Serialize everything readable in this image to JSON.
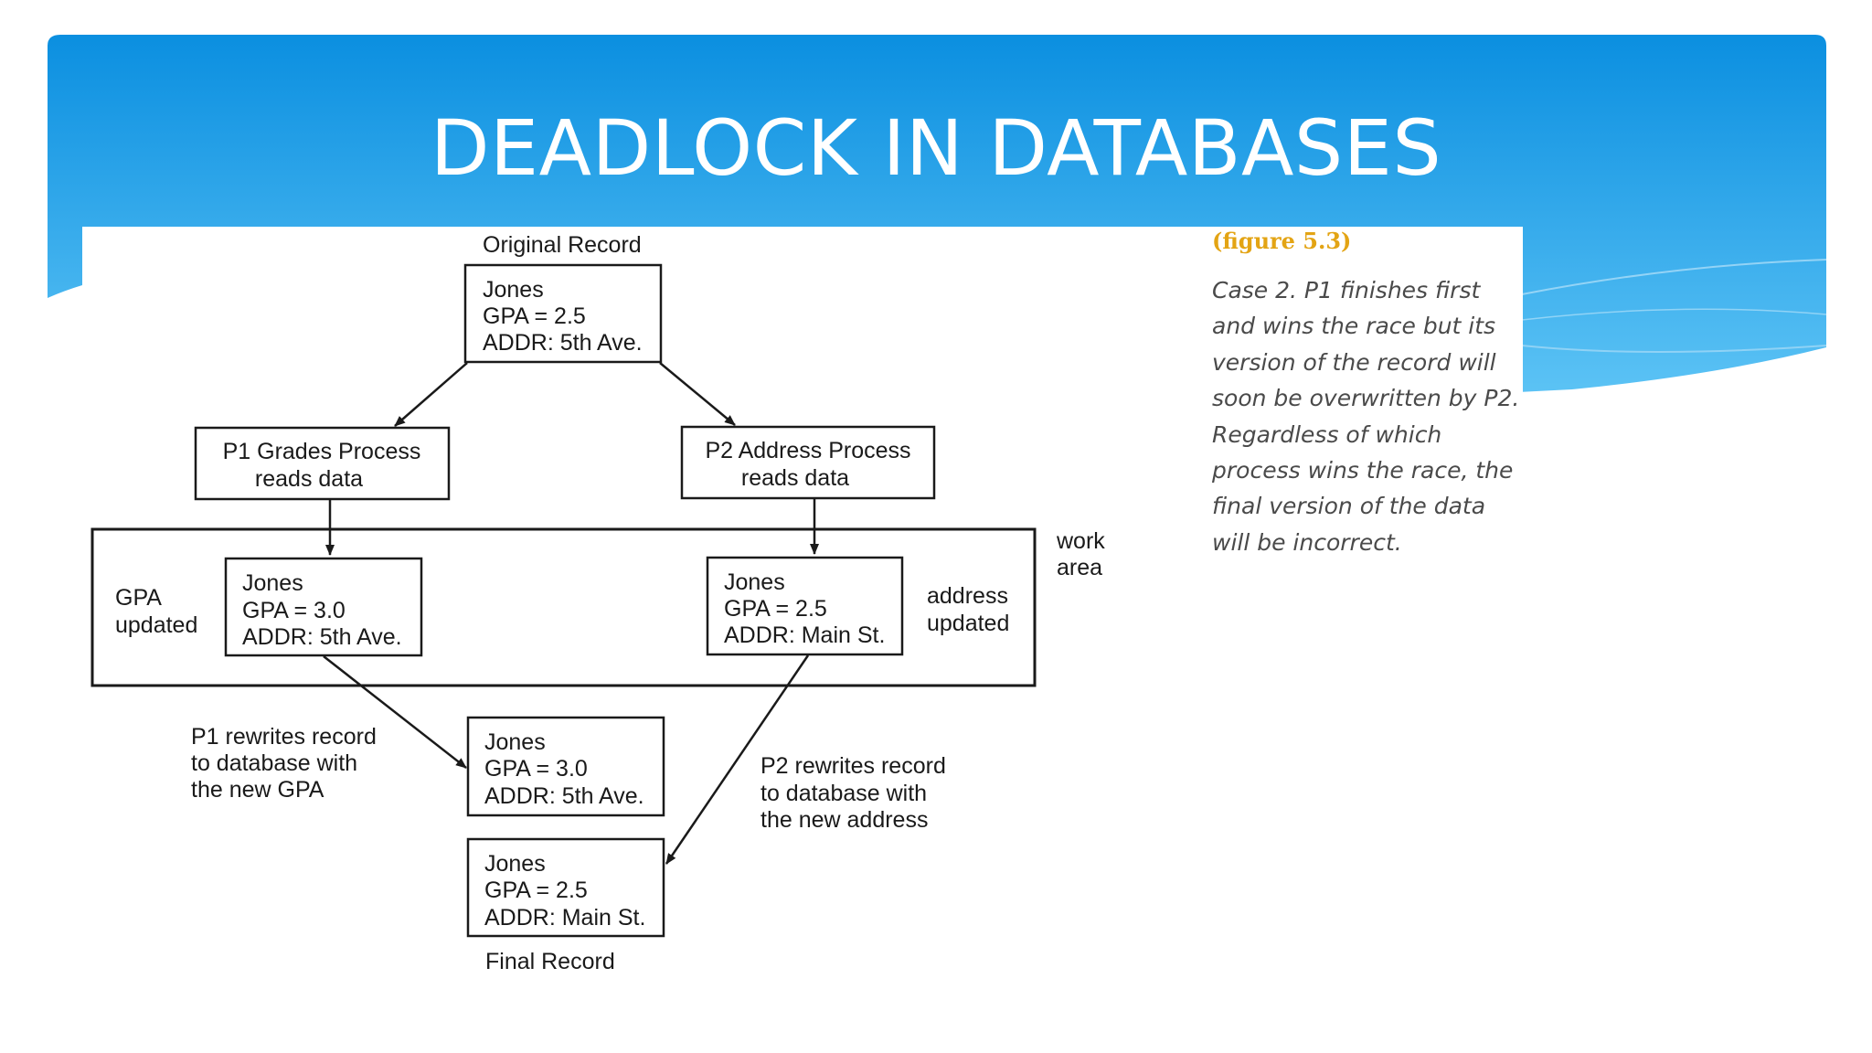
{
  "slide": {
    "title": "DEADLOCK IN DATABASES"
  },
  "theme": {
    "banner_top": "#0b8fe0",
    "banner_bottom": "#5cc3f5",
    "text": "#1a1a1a",
    "caption_title": "#e3a414",
    "caption_text": "#4a4a4a"
  },
  "figure": {
    "original_label": "Original Record",
    "final_label": "Final Record",
    "work_area_label": [
      "work",
      "area"
    ],
    "gpa_updated_label": [
      "GPA",
      "updated"
    ],
    "address_updated_label": [
      "address",
      "updated"
    ],
    "records": {
      "original": [
        "Jones",
        "GPA = 2.5",
        "ADDR: 5th Ave."
      ],
      "p1_work": [
        "Jones",
        "GPA = 3.0",
        "ADDR: 5th Ave."
      ],
      "p2_work": [
        "Jones",
        "GPA = 2.5",
        "ADDR: Main St."
      ],
      "p1_written": [
        "Jones",
        "GPA = 3.0",
        "ADDR: 5th Ave."
      ],
      "final": [
        "Jones",
        "GPA = 2.5",
        "ADDR: Main St."
      ]
    },
    "processes": {
      "p1": [
        "P1  Grades Process",
        "reads data"
      ],
      "p2": [
        "P2  Address Process",
        "reads data"
      ]
    },
    "annotations": {
      "p1_rewrite": [
        "P1 rewrites record",
        "to database with",
        "the new GPA"
      ],
      "p2_rewrite": [
        "P2 rewrites record",
        "to database with",
        "the new address"
      ]
    }
  },
  "caption": {
    "figure_label": "(figure 5.3)",
    "lines": [
      "Case 2. P1 finishes first",
      "and wins the race but its",
      "version of the record will",
      "soon be overwritten by P2.",
      "Regardless of which",
      "process wins the race, the",
      "final version of the data",
      "will be incorrect."
    ]
  }
}
